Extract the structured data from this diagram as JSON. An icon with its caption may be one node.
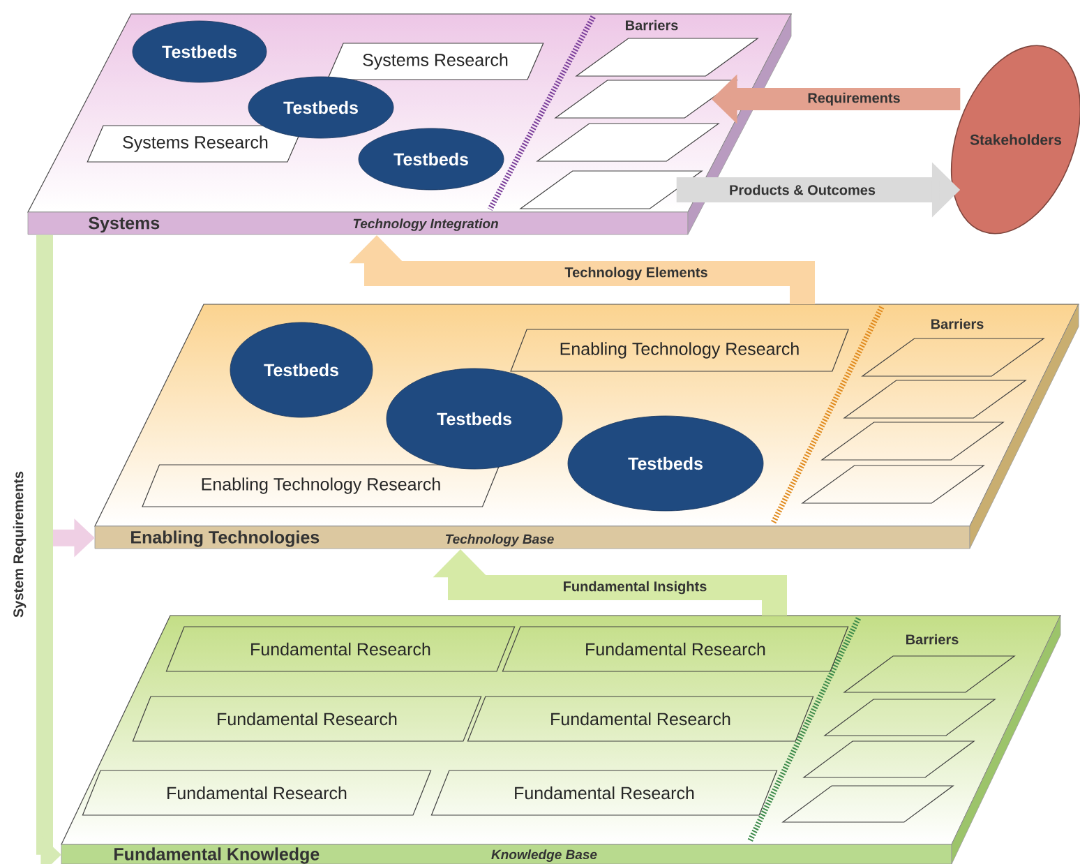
{
  "diagram": {
    "nodes": [
      {
        "text": [
          "Systems",
          "Technology Integration"
        ]
      },
      {
        "text": [
          "Testbeds"
        ],
        "in": 0
      },
      {
        "text": [
          "Systems Research"
        ],
        "in": 0
      },
      {
        "text": [
          "Testbeds"
        ],
        "in": 0
      },
      {
        "text": [
          "Systems Research"
        ],
        "in": 0
      },
      {
        "text": [
          "Testbeds"
        ],
        "in": 0
      },
      {
        "text": [],
        "shape": "box",
        "in": 0
      },
      {
        "text": [],
        "shape": "box",
        "in": 0
      },
      {
        "text": [],
        "shape": "box",
        "in": 0
      },
      {
        "text": [],
        "shape": "box",
        "in": 0
      },
      {
        "text": [
          "Stakeholders"
        ]
      },
      {
        "text": [
          "Enabling Technologies",
          "Technology Base"
        ]
      },
      {
        "text": [
          "Testbeds"
        ],
        "in": 11
      },
      {
        "text": [
          "Enabling Technology Research"
        ],
        "in": 11
      },
      {
        "text": [
          "Testbeds"
        ],
        "in": 11
      },
      {
        "text": [
          "Testbeds"
        ],
        "in": 11
      },
      {
        "text": [
          "Enabling Technology Research"
        ],
        "in": 11
      },
      {
        "text": [],
        "shape": "box",
        "in": 11
      },
      {
        "text": [],
        "shape": "box",
        "in": 11
      },
      {
        "text": [],
        "shape": "box",
        "in": 11
      },
      {
        "text": [],
        "shape": "box",
        "in": 11
      },
      {
        "text": [
          "Fundamental Knowledge",
          "Knowledge Base"
        ]
      },
      {
        "text": [
          "Fundamental Research"
        ],
        "in": 21
      },
      {
        "text": [
          "Fundamental Research"
        ],
        "in": 21
      },
      {
        "text": [
          "Fundamental Research"
        ],
        "in": 21
      },
      {
        "text": [
          "Fundamental Research"
        ],
        "in": 21
      },
      {
        "text": [
          "Fundamental Research"
        ],
        "in": 21
      },
      {
        "text": [
          "Fundamental Research"
        ],
        "in": 21
      },
      {
        "text": [],
        "shape": "box",
        "in": 21
      },
      {
        "text": [],
        "shape": "box",
        "in": 21
      },
      {
        "text": [],
        "shape": "box",
        "in": 21
      },
      {
        "text": [],
        "shape": "box",
        "in": 21
      }
    ],
    "edges": [
      {
        "from": 10,
        "to": 7,
        "arrow": "to",
        "label": "Requirements",
        "color": "#e3a18f"
      },
      {
        "from": 9,
        "to": 10,
        "arrow": "to",
        "label": "Products & Outcomes",
        "color": "#dadada"
      },
      {
        "from": 11,
        "to": 0,
        "arrow": "to",
        "label": "Technology Elements",
        "color": "#fbd5a3"
      },
      {
        "from": 21,
        "to": 11,
        "arrow": "to",
        "label": "Fundamental Insights",
        "color": "#d6eaa6"
      },
      {
        "from": 0,
        "to": 11,
        "arrow": "to",
        "label": "System Requirements",
        "color": "#efcfe4"
      },
      {
        "from": 0,
        "to": 21,
        "arrow": "to",
        "color": "#d6eab4"
      }
    ],
    "labels": [
      "Barriers",
      "Barriers",
      "Barriers"
    ]
  }
}
